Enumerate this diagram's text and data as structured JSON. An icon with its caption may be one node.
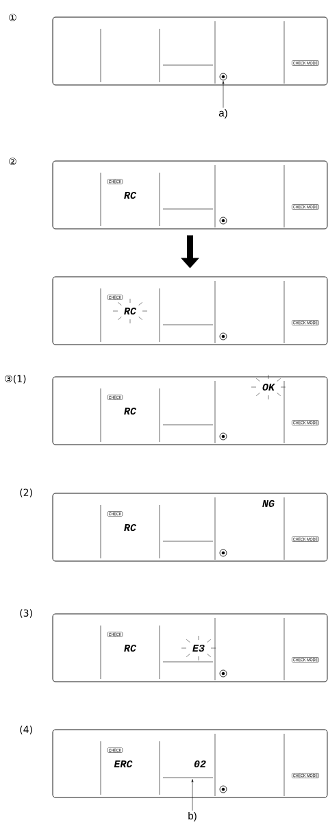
{
  "diagram": {
    "nodes": [
      {
        "text": [
          "CHECK MODE"
        ],
        "beside": [
          "①"
        ]
      },
      {
        "text": [],
        "shape": "circle",
        "in": 0
      },
      {
        "text": [
          "a)"
        ]
      },
      {
        "text": [
          "CHECK",
          "RC",
          "CHECK MODE"
        ],
        "beside": [
          "②"
        ]
      },
      {
        "text": [
          "CHECK",
          "RC",
          "CHECK MODE"
        ]
      },
      {
        "text": [
          "CHECK",
          "RC",
          "OK",
          "CHECK MODE"
        ],
        "beside": [
          "③(1)"
        ]
      },
      {
        "text": [
          "CHECK",
          "RC",
          "NG",
          "CHECK MODE"
        ],
        "beside": [
          "(2)"
        ]
      },
      {
        "text": [
          "CHECK",
          "RC",
          "E3",
          "CHECK MODE"
        ],
        "beside": [
          "(3)"
        ]
      },
      {
        "text": [
          "CHECK",
          "ERC",
          "02",
          "CHECK MODE"
        ],
        "beside": [
          "(4)"
        ]
      },
      {
        "text": [
          "b)"
        ]
      }
    ],
    "edges": [
      {
        "from": 2,
        "to": 1,
        "arrow": "to"
      },
      {
        "from": 3,
        "to": 4,
        "arrow": "to",
        "style": "thick"
      },
      {
        "from": 9,
        "to": 8,
        "arrow": "to"
      }
    ]
  }
}
